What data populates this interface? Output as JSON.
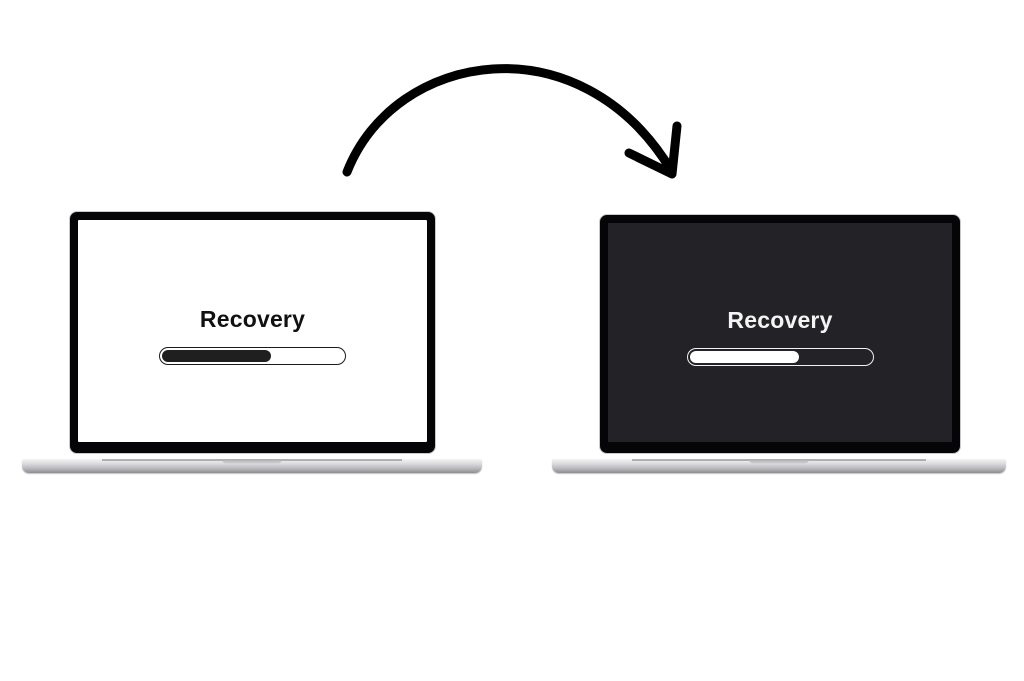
{
  "left_laptop": {
    "title": "Recovery",
    "progress": 0.6,
    "screen_theme": "light"
  },
  "right_laptop": {
    "title": "Recovery",
    "progress": 0.6,
    "screen_theme": "dark"
  },
  "arrow": {
    "direction": "left-to-right",
    "icon": "curved-arrow-icon"
  },
  "colors": {
    "background": "#ffffff",
    "bezel": "#050508",
    "light_screen": "#ffffff",
    "dark_screen": "#232327",
    "arrow": "#000000"
  }
}
